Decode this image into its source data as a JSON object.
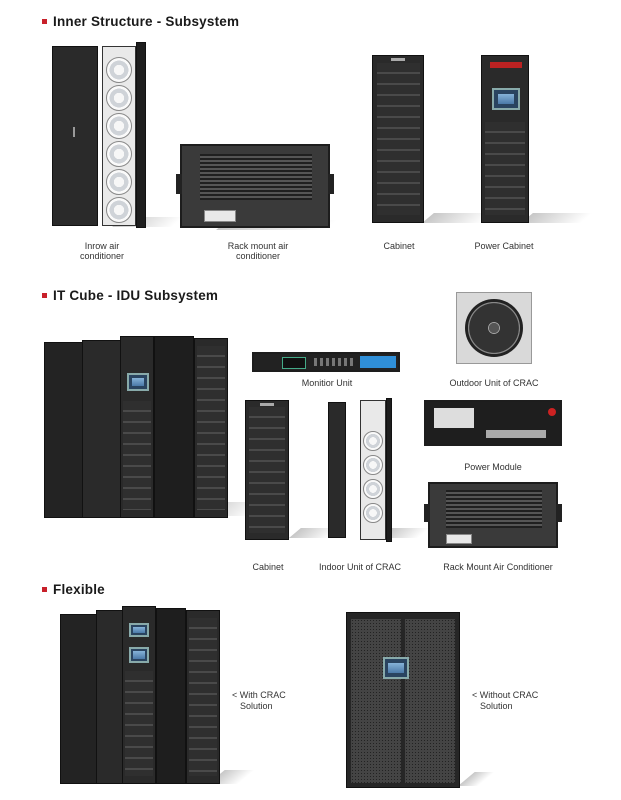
{
  "sections": [
    {
      "title": "Inner Structure - Subsystem",
      "items": [
        {
          "caption_lines": [
            "Inrow air",
            "conditioner"
          ]
        },
        {
          "caption_lines": [
            "Rack mount air",
            "conditioner"
          ]
        },
        {
          "caption_lines": [
            "Cabinet"
          ]
        },
        {
          "caption_lines": [
            "Power Cabinet"
          ]
        }
      ]
    },
    {
      "title": "IT Cube - IDU Subsystem",
      "items": [
        {
          "caption_lines": [
            "Monitior Unit"
          ]
        },
        {
          "caption_lines": [
            "Outdoor Unit of CRAC"
          ]
        },
        {
          "caption_lines": [
            "Power Module"
          ]
        },
        {
          "caption_lines": [
            "Cabinet"
          ]
        },
        {
          "caption_lines": [
            "Indoor Unit of CRAC"
          ]
        },
        {
          "caption_lines": [
            "Rack Mount Air Conditioner"
          ]
        }
      ]
    },
    {
      "title": "Flexible",
      "items": [
        {
          "caption_lines": [
            "< With CRAC",
            "Solution"
          ]
        },
        {
          "caption_lines": [
            "< Without CRAC",
            "Solution"
          ]
        }
      ]
    }
  ],
  "colors": {
    "bullet": "#c8202a",
    "cabinet": "#2a2a2a",
    "screen": "#4b79a8"
  }
}
